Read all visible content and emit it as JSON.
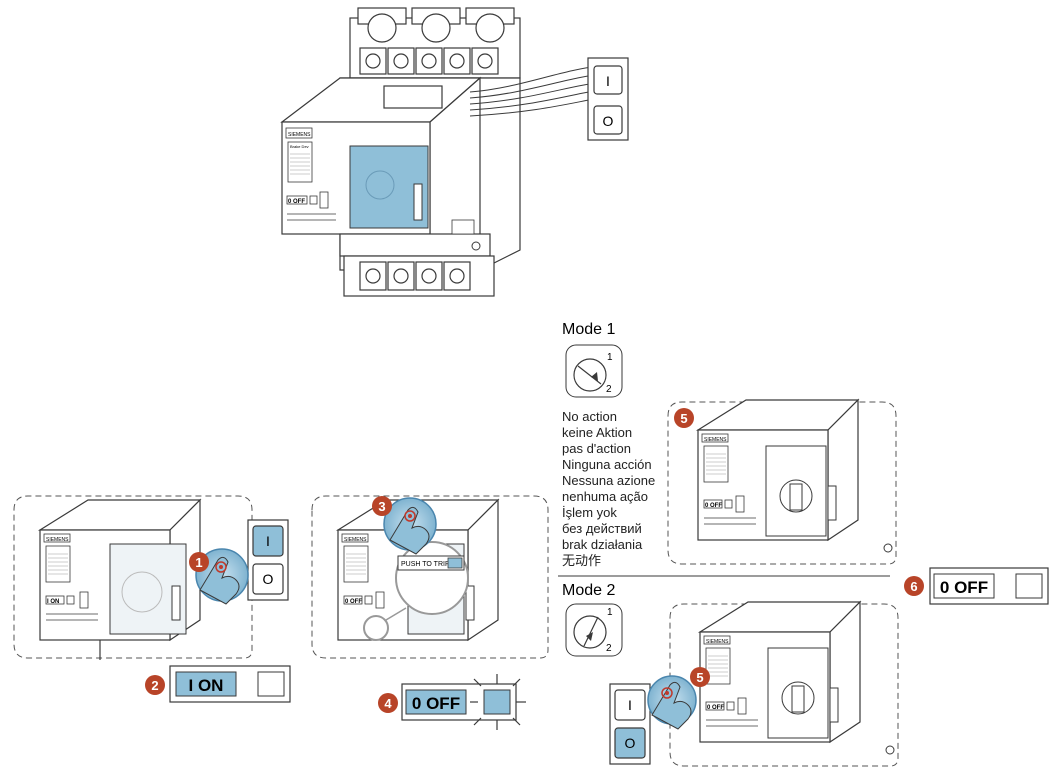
{
  "top_device": {
    "brand": "SIEMENS",
    "plate": "Brake Dev",
    "off_label": "0 OFF",
    "remote_switch": {
      "on": "I",
      "off": "O"
    }
  },
  "modes": {
    "mode1": {
      "title": "Mode 1",
      "selector_positions": [
        "1",
        "2"
      ],
      "description": [
        "No action",
        "keine Aktion",
        "pas d'action",
        "Ninguna acción",
        "Nessuna azione",
        "nenhuma ação",
        "İşlem yok",
        "без действий",
        "brak działania",
        "无动作"
      ]
    },
    "mode2": {
      "title": "Mode 2",
      "selector_positions": [
        "1",
        "2"
      ]
    }
  },
  "steps": {
    "s1": "1",
    "s2": "2",
    "s3": "3",
    "s4": "4",
    "s5a": "5",
    "s5b": "5",
    "s6": "6"
  },
  "panels": {
    "left": {
      "status": "I ON",
      "switch_on": "I",
      "switch_off": "O",
      "brand": "SIEMENS",
      "panel_state": "I ON"
    },
    "middle": {
      "status": "0 OFF",
      "push_to_trip": "PUSH TO TRIP",
      "brand": "SIEMENS",
      "panel_state": "0 OFF"
    },
    "mode1": {
      "status": "0 OFF",
      "brand": "SIEMENS",
      "panel_state": "0 OFF"
    },
    "mode2": {
      "switch_on": "I",
      "switch_off": "O",
      "brand": "SIEMENS",
      "panel_state": "0 OFF"
    }
  },
  "colors": {
    "accent_blue": "#8fbfd8",
    "dark_blue": "#4a86ae",
    "step_marker": "#b84428",
    "line": "#3a3a3a",
    "dash": "#555555"
  }
}
